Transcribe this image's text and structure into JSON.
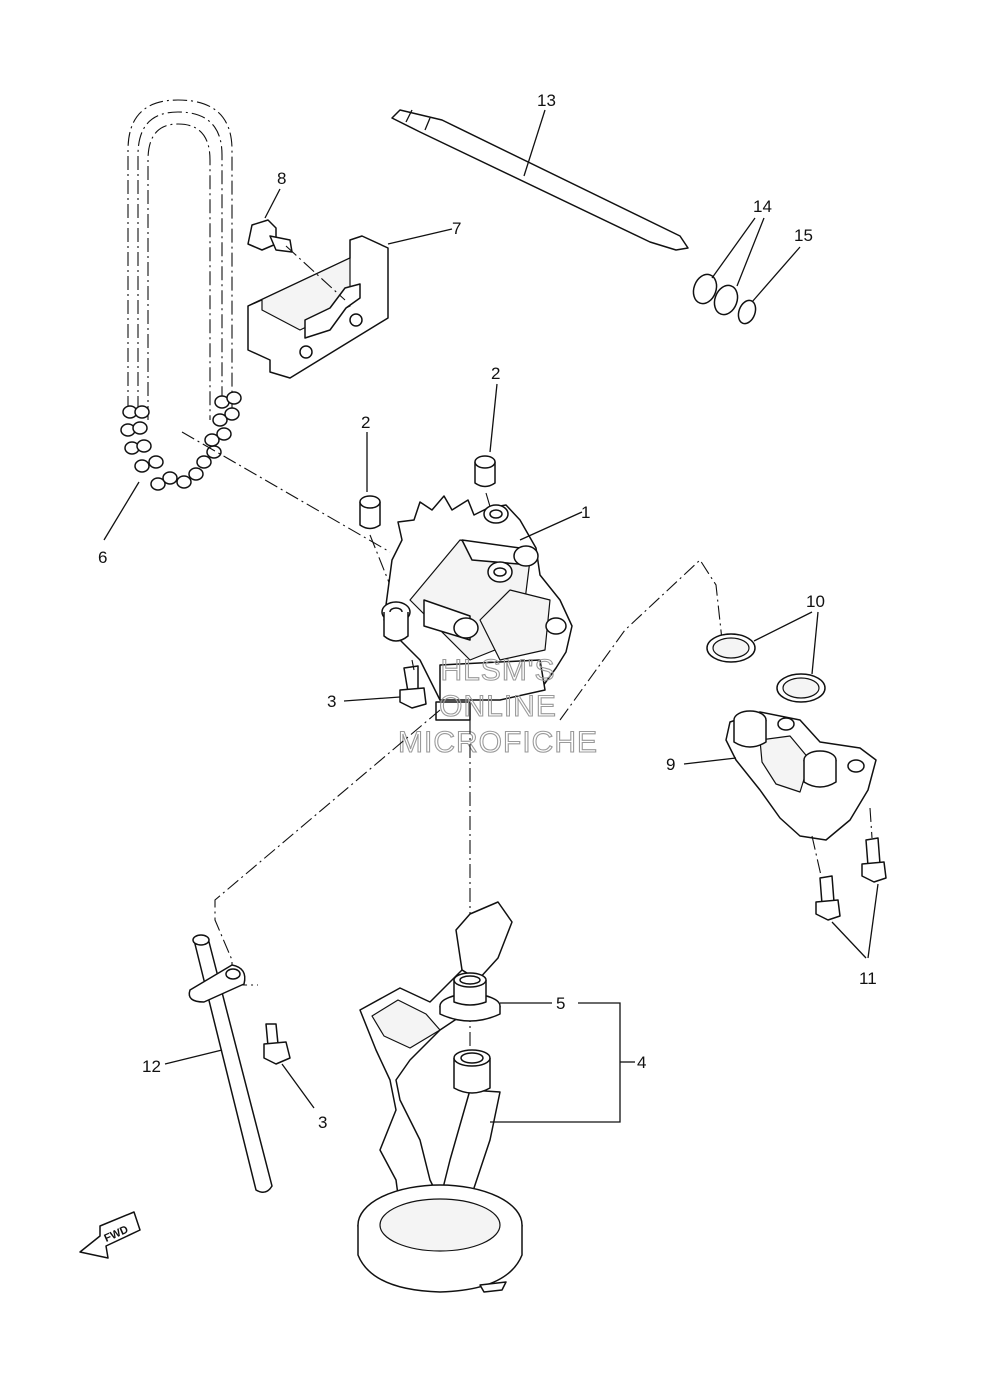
{
  "watermark": {
    "line1": "HLSM'S",
    "line2": "ONLINE",
    "line3": "MICROFICHE"
  },
  "fwd_arrow_label": "FWD",
  "callouts": {
    "c1": "1",
    "c2a": "2",
    "c2b": "2",
    "c3a": "3",
    "c3b": "3",
    "c4": "4",
    "c5": "5",
    "c6": "6",
    "c7": "7",
    "c8": "8",
    "c9": "9",
    "c10": "10",
    "c11": "11",
    "c12": "12",
    "c13": "13",
    "c14": "14",
    "c15": "15"
  }
}
